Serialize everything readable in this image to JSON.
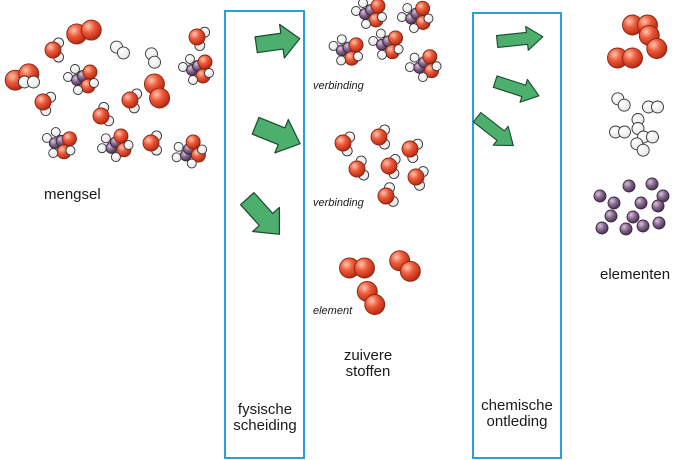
{
  "labels": {
    "mixture": "mengsel",
    "physical_separation": [
      "fysische",
      "scheiding"
    ],
    "pure_substances": [
      "zuivere",
      "stoffen"
    ],
    "chemical_decomposition": [
      "chemische",
      "ontleding"
    ],
    "elements": "elementen"
  },
  "group_labels": {
    "compound_a": "verbinding",
    "compound_b": "verbinding",
    "element": "element"
  },
  "colors": {
    "box_border": "#2a9fd6",
    "arrow_fill": "#4caf6e",
    "arrow_stroke": "#1a4a2a",
    "red_atom": "#e8482c",
    "white_atom": "#ffffff",
    "purple_atom": "#7a5a80"
  }
}
